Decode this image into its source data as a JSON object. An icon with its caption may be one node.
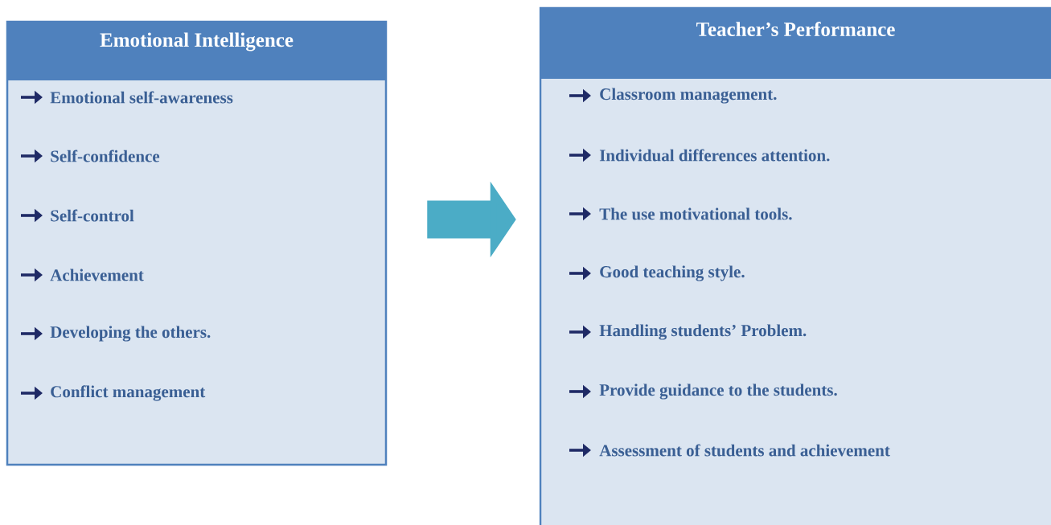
{
  "diagram": {
    "nodes": [
      {
        "text": [
          "Emotional Intelligence",
          "Emotional self-awareness",
          "Self-confidence",
          "Self-control",
          "Achievement",
          "Developing the others.",
          "Conflict management"
        ]
      },
      {
        "text": [
          "Teacher’s Performance",
          "Classroom management.",
          "Individual differences attention.",
          "The use motivational tools.",
          "Good teaching style.",
          "Handling students’ Problem.",
          "Provide guidance to the students.",
          "Assessment of students and achievement"
        ]
      }
    ],
    "edges": [
      {
        "from": 0,
        "to": 1,
        "arrow": "to"
      }
    ]
  }
}
